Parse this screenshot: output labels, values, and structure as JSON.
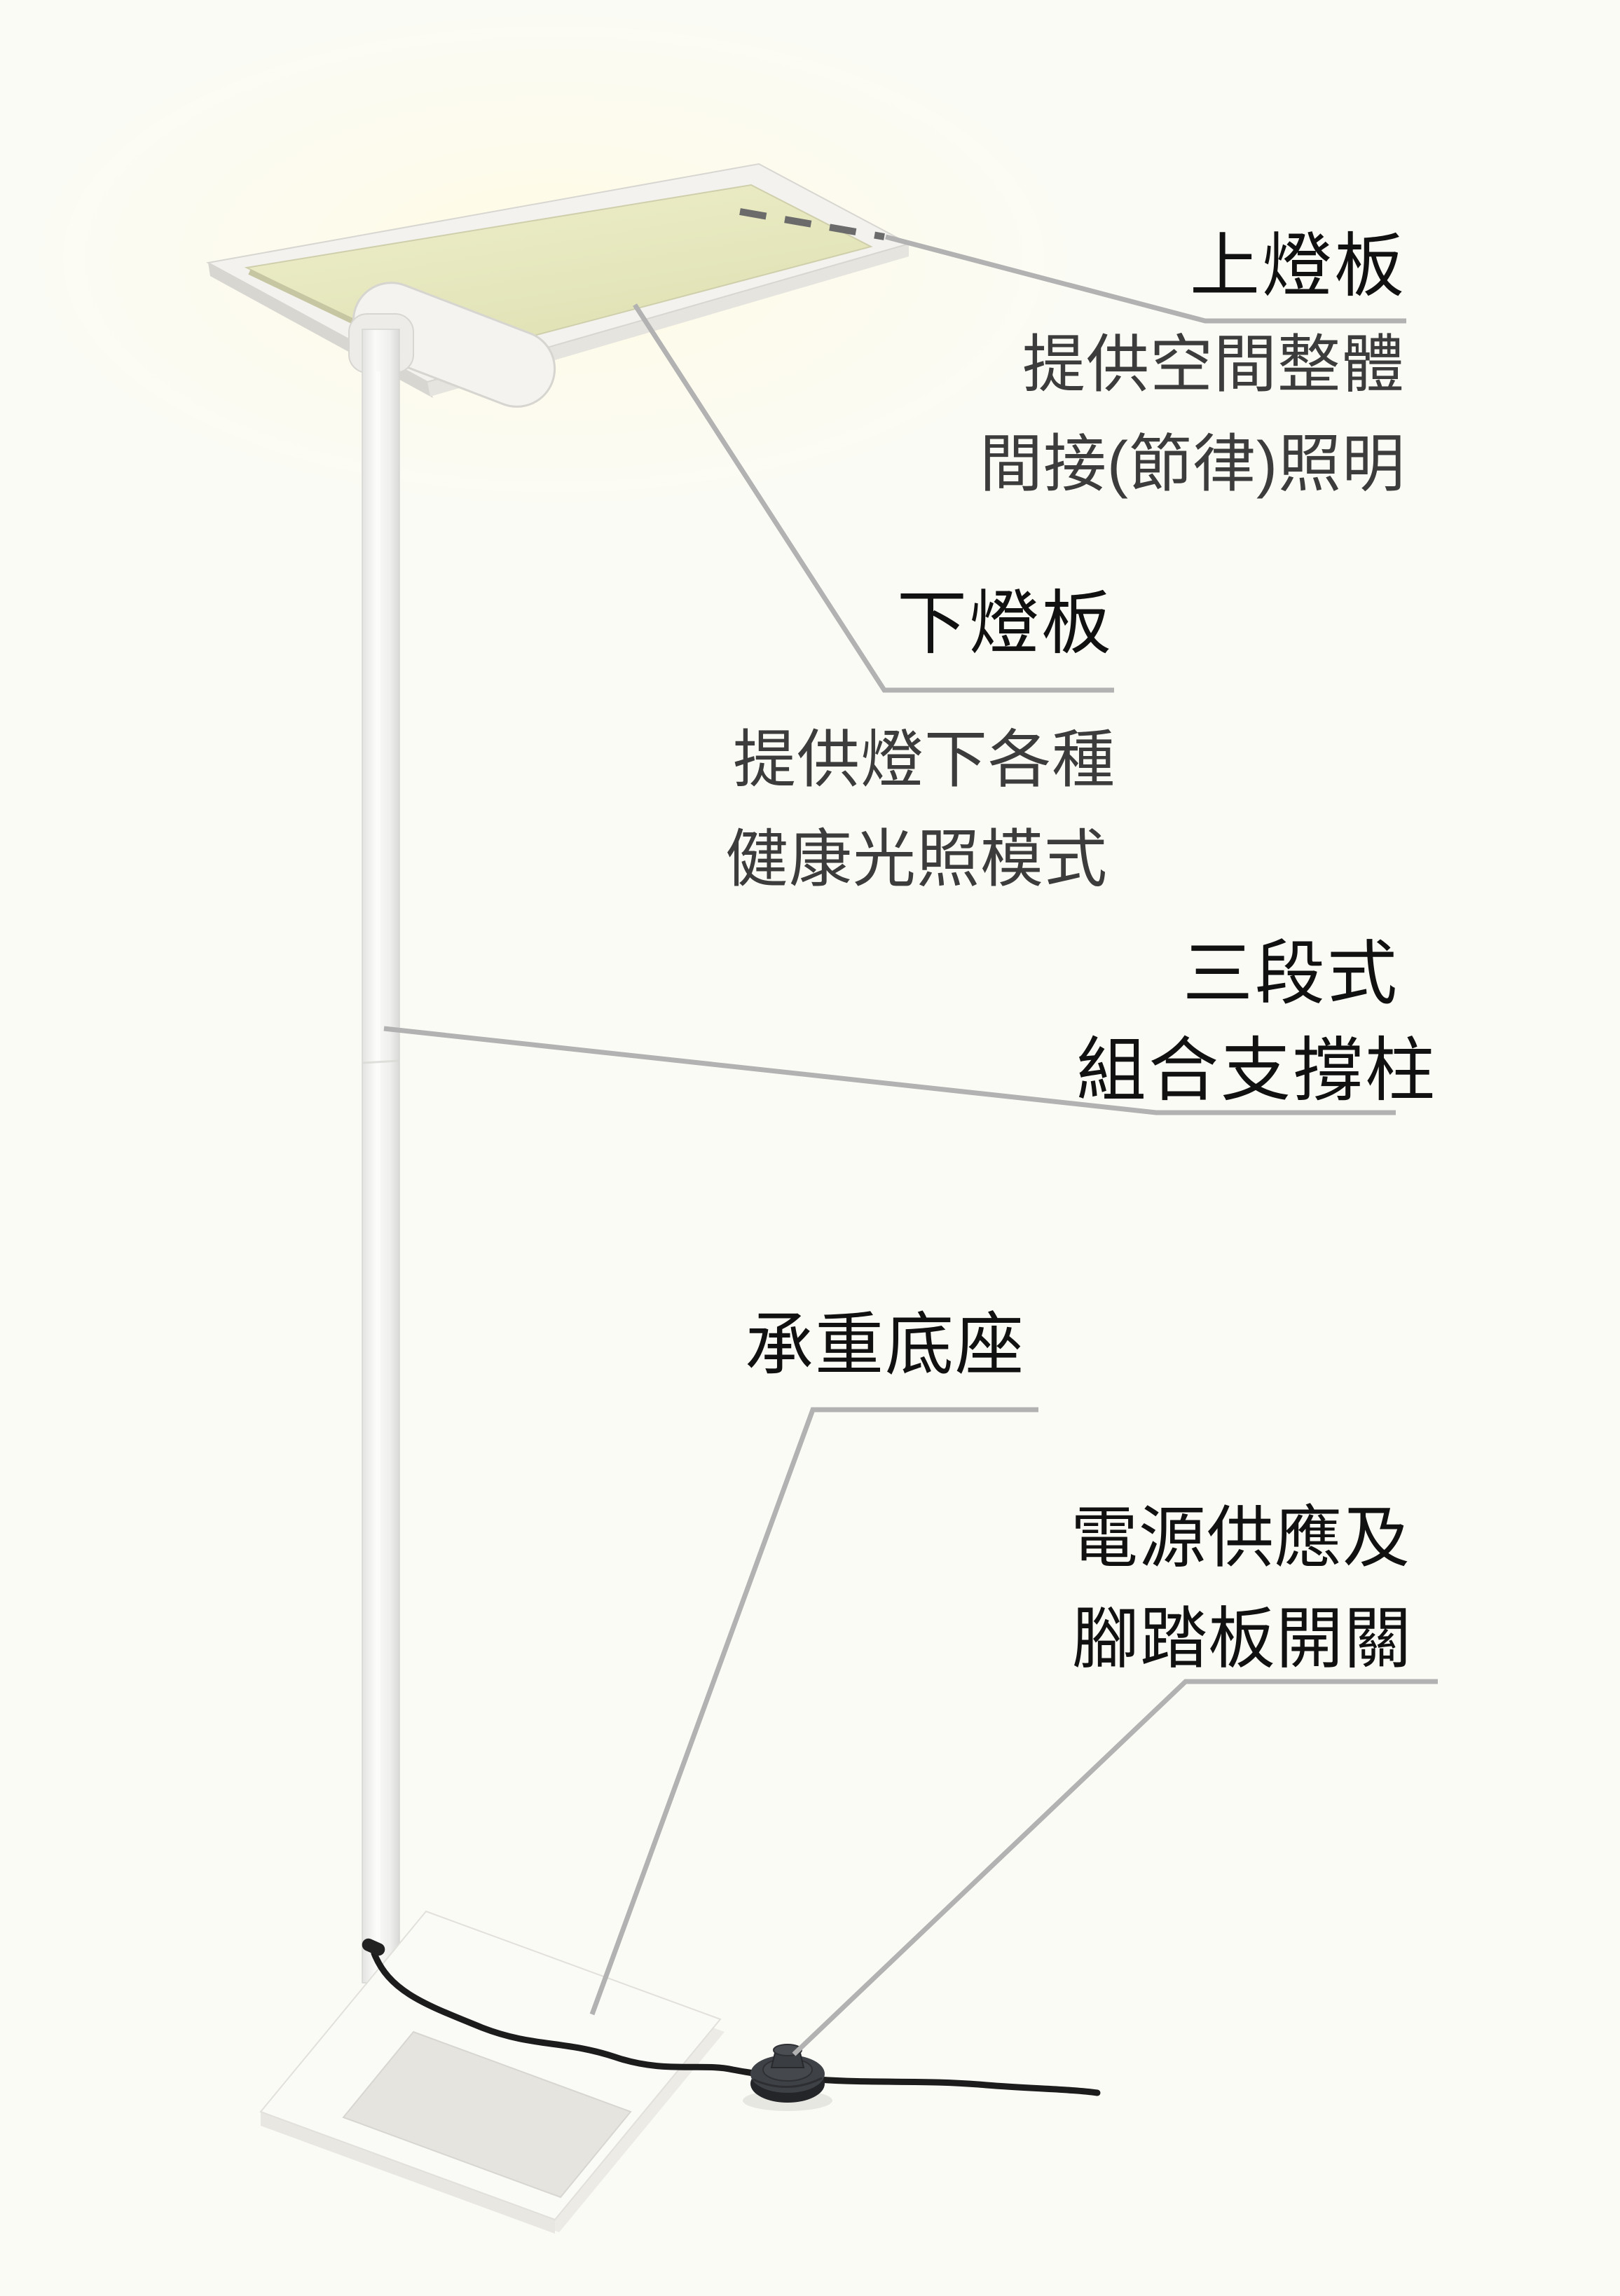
{
  "page": {
    "type": "product-annotation-diagram",
    "subject": "LED floor lamp exploded-feature diagram"
  },
  "colors": {
    "background": "#fbfbf6",
    "title_text": "#111111",
    "desc_text": "#3c3c3c",
    "leader_line": "#b2b2b2",
    "dashed_line": "#6b6b6b",
    "panel_face": "#e7e8c0",
    "panel_edge": "#c6c6a2",
    "lamp_body": "#f3f2ee",
    "lamp_edge": "#d8d6d1",
    "cable": "#1c1c1c",
    "pedal_body": "#3e4146",
    "pedal_rim": "#232529"
  },
  "annotations": {
    "upper_panel": {
      "title": "上燈板",
      "desc_line1": "提供空間整體",
      "desc_line2": "間接(節律)照明"
    },
    "lower_panel": {
      "title": "下燈板",
      "desc_line1": "提供燈下各種",
      "desc_line2": "健康光照模式"
    },
    "support_pole": {
      "title_line1": "三段式",
      "title_line2": "組合支撐柱"
    },
    "base": {
      "title": "承重底座"
    },
    "power_switch": {
      "title_line1": "電源供應及",
      "title_line2": "腳踏板開關"
    }
  }
}
